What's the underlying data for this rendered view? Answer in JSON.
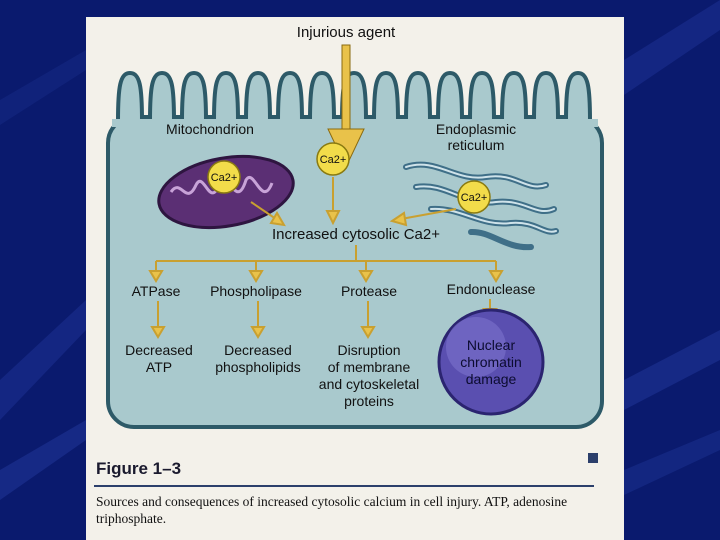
{
  "diagram": {
    "agent": "Injurious agent",
    "mitochondrion": "Mitochondrion",
    "er_line1": "Endoplasmic",
    "er_line2": "reticulum",
    "ca_ion": "Ca2+",
    "increased": "Increased cytosolic Ca2+",
    "enzymes": [
      "ATPase",
      "Phospholipase",
      "Protease",
      "Endonuclease"
    ],
    "effects": {
      "atp": [
        "Decreased",
        "ATP"
      ],
      "phospholipids": [
        "Decreased",
        "phospholipids"
      ],
      "membrane": [
        "Disruption",
        "of membrane",
        "and cytoskeletal",
        "proteins"
      ],
      "nuclear": [
        "Nuclear",
        "chromatin",
        "damage"
      ]
    }
  },
  "figure": {
    "label": "Figure 1–3",
    "caption": "Sources and consequences of increased cytosolic calcium in cell injury. ATP, adenosine triphosphate."
  },
  "colors": {
    "background": "#0a1a6e",
    "cell_fill": "#a9c9cd",
    "cell_border": "#2d5a68",
    "mitochondrion": "#5b2f74",
    "nucleus": "#5a4fb0",
    "arrow": "#e9c24a",
    "calcium": "#f2dc4a"
  }
}
